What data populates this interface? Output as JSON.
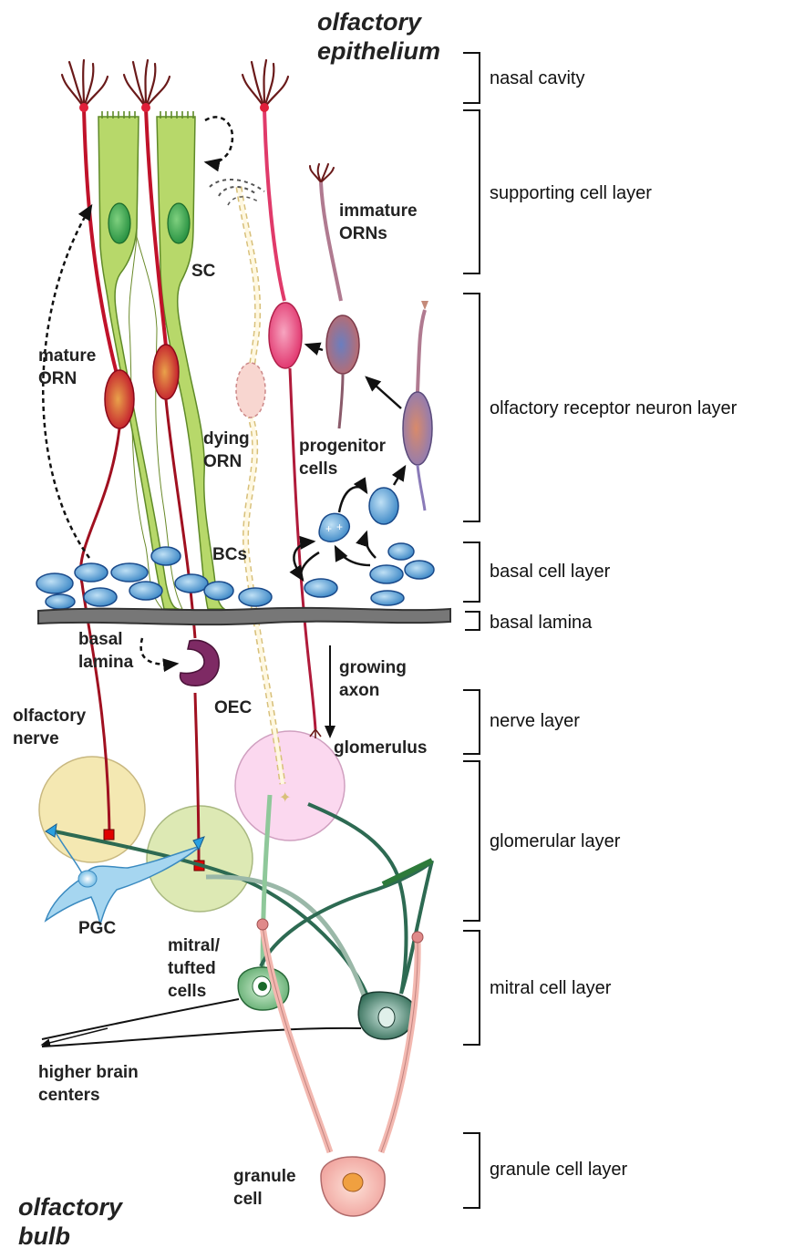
{
  "titles": {
    "top": [
      "olfactory",
      "epithelium"
    ],
    "bottom": [
      "olfactory",
      "bulb"
    ]
  },
  "layers": [
    "nasal cavity",
    "supporting cell layer",
    "olfactory receptor neuron layer",
    "basal cell layer",
    "basal lamina",
    "nerve layer",
    "glomerular layer",
    "mitral cell layer",
    "granule cell layer"
  ],
  "labels": {
    "immature": [
      "immature",
      "ORNs"
    ],
    "sc": "SC",
    "mature": [
      "mature",
      "ORN"
    ],
    "dying": [
      "dying",
      "ORN"
    ],
    "progenitor": [
      "progenitor",
      "cells"
    ],
    "bcs": "BCs",
    "basal_lamina": [
      "basal",
      "lamina"
    ],
    "growing_axon": [
      "growing",
      "axon"
    ],
    "olfactory_nerve": [
      "olfactory",
      "nerve"
    ],
    "oec": "OEC",
    "glomerulus": "glomerulus",
    "pgc": "PGC",
    "mitral": [
      "mitral/",
      "tufted",
      "cells"
    ],
    "higher": [
      "higher brain",
      "centers"
    ],
    "granule": [
      "granule",
      "cell"
    ]
  },
  "colors": {
    "orn_red": "#c0122a",
    "orn_pink": "#e23a6a",
    "sc_green": "#a8cc5a",
    "basal_blue": "#2f7fc2",
    "lamina_gray": "#555555",
    "oec_purple": "#7e2a64",
    "glom_yellow": "#f4e8b2",
    "glom_green": "#dde9b4",
    "glom_pink": "#fbd8ef",
    "mitral_light": "#6bb67a",
    "mitral_dark": "#2d6a52",
    "granule_pink": "#f3b8b0"
  }
}
